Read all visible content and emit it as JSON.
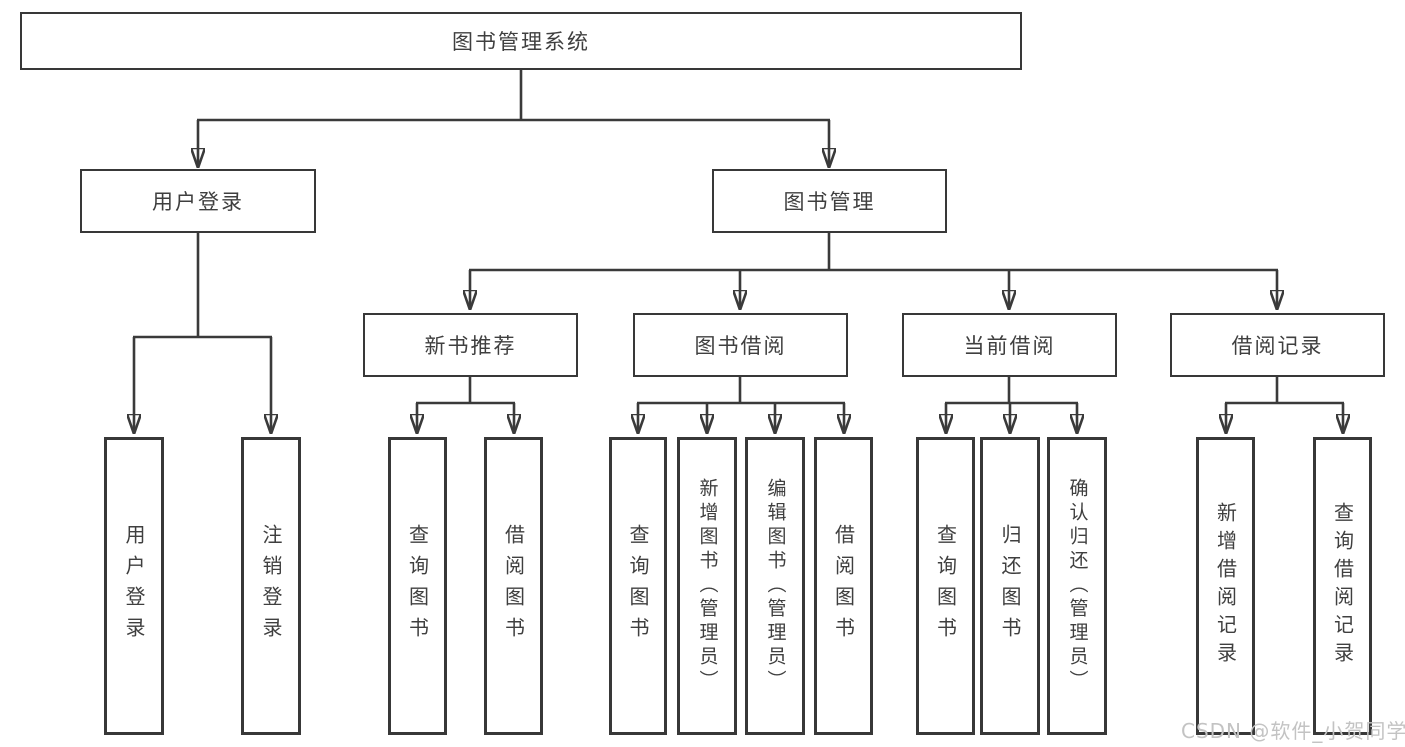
{
  "diagram": {
    "title": "图书管理系统",
    "watermark": "CSDN @软件_小贺同学",
    "colors": {
      "line": "#3a3a3a",
      "text": "#3f3f3f",
      "background": "#ffffff",
      "watermark": "#c3c3c3"
    },
    "nodes": {
      "root": {
        "label": "图书管理系统"
      },
      "user_login": {
        "label": "用户登录"
      },
      "book_mgmt": {
        "label": "图书管理"
      },
      "new_book_rec": {
        "label": "新书推荐"
      },
      "book_borrow": {
        "label": "图书借阅"
      },
      "current_borrow": {
        "label": "当前借阅"
      },
      "borrow_record": {
        "label": "借阅记录"
      },
      "leaf_user_login": {
        "label": "用户登录"
      },
      "leaf_logout_login": {
        "label": "注销登录"
      },
      "leaf_query_book_rec": {
        "label": "查询图书"
      },
      "leaf_borrow_book_rec": {
        "label": "借阅图书"
      },
      "leaf_query_book_borrow": {
        "label": "查询图书"
      },
      "leaf_add_book_admin": {
        "label": "新增图书（管理员）"
      },
      "leaf_edit_book_admin": {
        "label": "编辑图书（管理员）"
      },
      "leaf_borrow_book_borrow": {
        "label": "借阅图书"
      },
      "leaf_query_book_current": {
        "label": "查询图书"
      },
      "leaf_return_book": {
        "label": "归还图书"
      },
      "leaf_confirm_return_admin": {
        "label": "确认归还（管理员）"
      },
      "leaf_add_borrow_record": {
        "label": "新增借阅记录"
      },
      "leaf_query_borrow_record": {
        "label": "查询借阅记录"
      }
    }
  }
}
